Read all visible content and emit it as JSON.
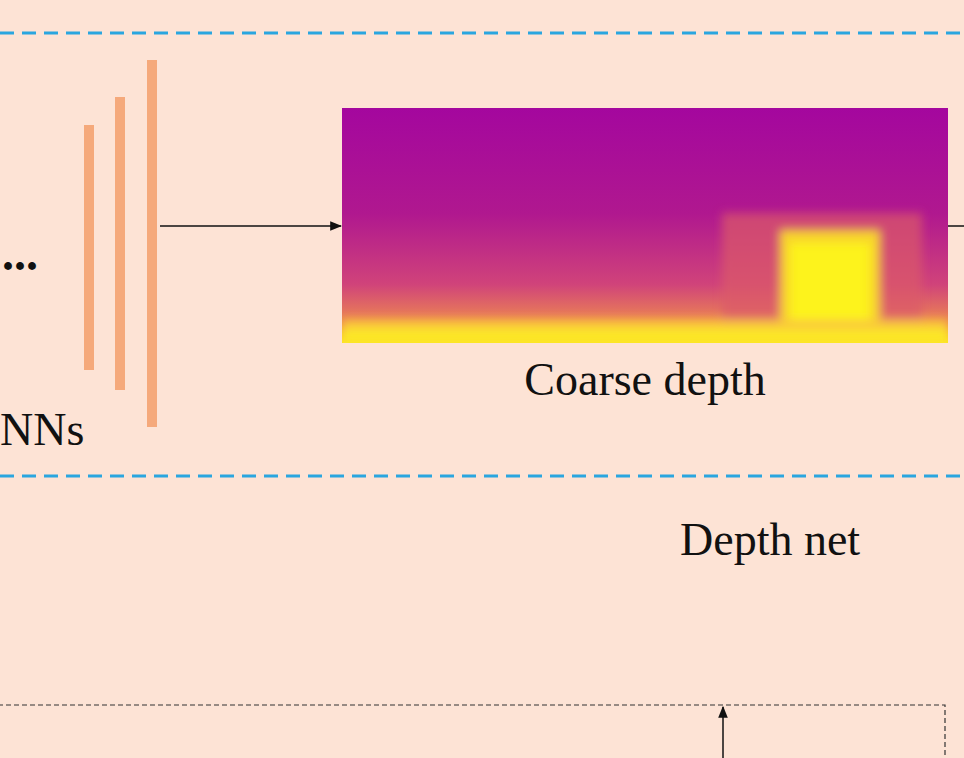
{
  "diagram": {
    "nodes": [
      {
        "text": [
          "NNs"
        ]
      },
      {
        "text": [
          "Coarse depth"
        ]
      }
    ],
    "edges": [
      {
        "from": 0,
        "to": 1,
        "arrow": "to"
      }
    ],
    "labels": [
      "...",
      "Depth net"
    ]
  }
}
